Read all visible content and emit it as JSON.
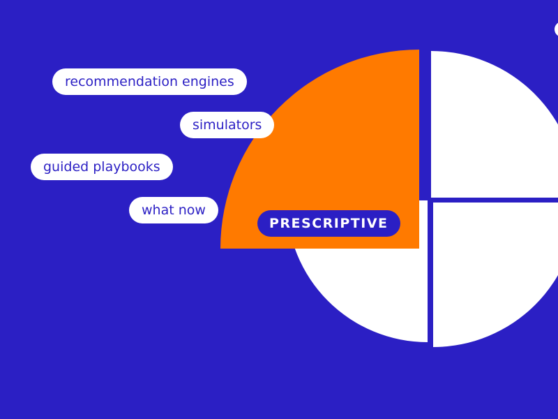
{
  "colors": {
    "background": "#2b1fc4",
    "highlight": "#ff7a00",
    "segment": "#ffffff",
    "text": "#2b1fc4",
    "badge_text": "#ffffff"
  },
  "diagram": {
    "segments": [
      {
        "id": "top-left",
        "state": "highlighted",
        "color": "#ff7a00"
      },
      {
        "id": "top-right",
        "state": "default",
        "color": "#ffffff"
      },
      {
        "id": "bottom-right",
        "state": "default",
        "color": "#ffffff"
      },
      {
        "id": "bottom-left",
        "state": "default",
        "color": "#ffffff"
      }
    ],
    "active_label": "PRESCRIPTIVE"
  },
  "labels": [
    {
      "text": "recommendation engines"
    },
    {
      "text": "simulators"
    },
    {
      "text": "guided playbooks"
    },
    {
      "text": "what now"
    }
  ]
}
